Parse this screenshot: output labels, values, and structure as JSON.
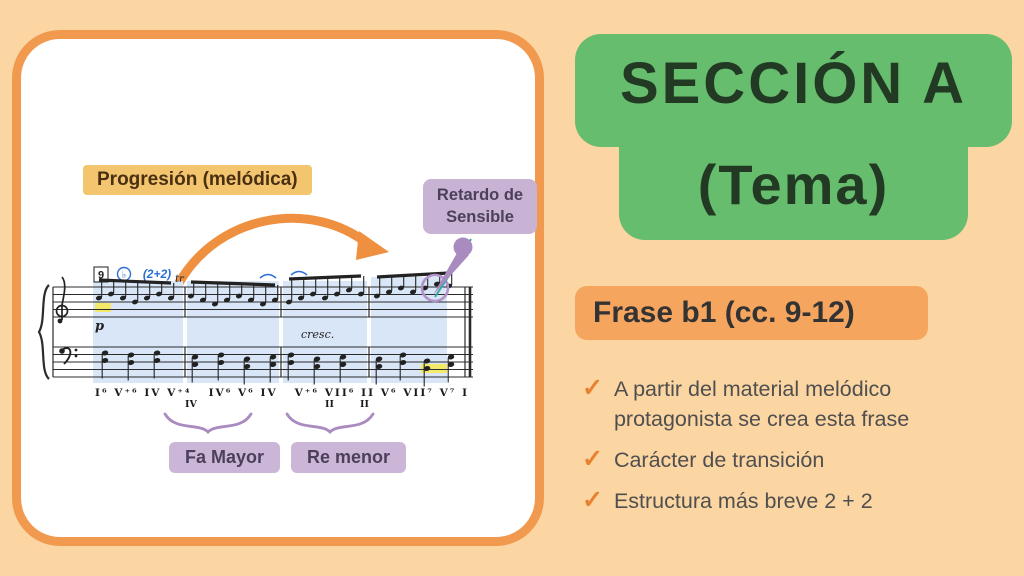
{
  "slide": {
    "card": {
      "label_progresion": "Progresión (melódica)",
      "label_retardo_line1": "Retardo de",
      "label_retardo_line2": "Sensible",
      "label_fa_mayor": "Fa Mayor",
      "label_re_menor": "Re menor"
    },
    "score": {
      "measure_number": "9",
      "flat_sign": "♭",
      "annotation_blue": "(2+2)",
      "trill": "tr",
      "dynamic_p": "p",
      "cresc": "cresc.",
      "numerals_row": "I⁶ V⁺⁶ IV V⁺⁴   IV⁶ V⁶ IV   V⁺⁶ VII⁶ II V⁶ VII⁷ V⁷ I",
      "numeral_sub_1": "IV",
      "numeral_sub_2": "II",
      "numeral_sub_3": "II"
    },
    "right": {
      "title_line1": "SECCIÓN A",
      "title_line2": "(Tema)",
      "phrase": "Frase b1 (cc. 9-12)",
      "check": "✓",
      "bullets": [
        "A partir del material melódico protagonista se crea esta frase",
        "Carácter de transición",
        "Estructura más breve 2 + 2"
      ]
    },
    "colors": {
      "background": "#fbd5a2",
      "card_border": "#f19a4f",
      "green_box": "#66bd6d",
      "title_text": "#223a24",
      "phrase_box": "#f6a55e",
      "check": "#e8822f",
      "purple_label": "#c9b3d4",
      "purple_annotation": "#a98bc0",
      "teal_line": "#3aa9a0",
      "blue_annotation": "#2b6fd4",
      "highlight_blue": "#d9e6f8",
      "highlight_yellow": "#f3ea6a",
      "arrow_orange": "#ef9041"
    }
  }
}
